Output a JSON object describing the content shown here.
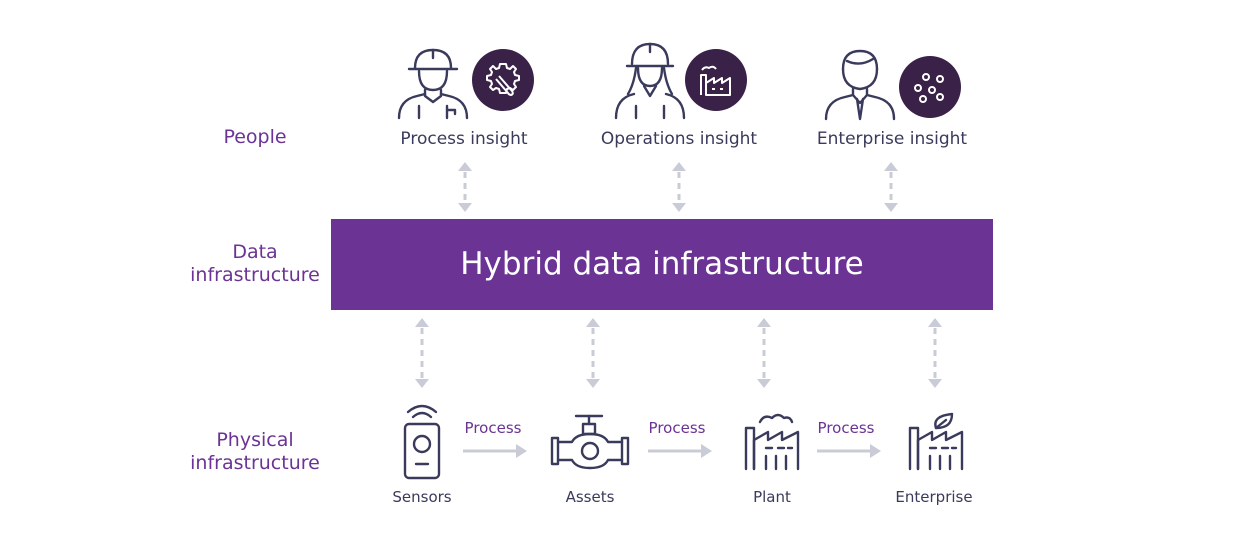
{
  "colors": {
    "accent": "#6b3393",
    "icon_stroke": "#3a3a5c",
    "arrow": "#c9ccd6",
    "band_text": "#ffffff"
  },
  "row_labels": {
    "people": "People",
    "data": [
      "Data",
      "infrastructure"
    ],
    "physical": [
      "Physical",
      "infrastructure"
    ]
  },
  "people": [
    {
      "caption": "Process insight",
      "person_icon": "engineer-hardhat-icon",
      "badge_icon": "gear-wrench-icon"
    },
    {
      "caption": "Operations insight",
      "person_icon": "female-worker-hardhat-icon",
      "badge_icon": "factory-icon"
    },
    {
      "caption": "Enterprise insight",
      "person_icon": "businessman-icon",
      "badge_icon": "scatter-plot-icon"
    }
  ],
  "band": {
    "label": "Hybrid data infrastructure"
  },
  "physical": [
    {
      "caption": "Sensors",
      "icon": "sensor-device-icon"
    },
    {
      "caption": "Assets",
      "icon": "valve-icon"
    },
    {
      "caption": "Plant",
      "icon": "plant-icon"
    },
    {
      "caption": "Enterprise",
      "icon": "eco-factory-icon"
    }
  ],
  "process_labels": [
    "Process",
    "Process",
    "Process"
  ]
}
